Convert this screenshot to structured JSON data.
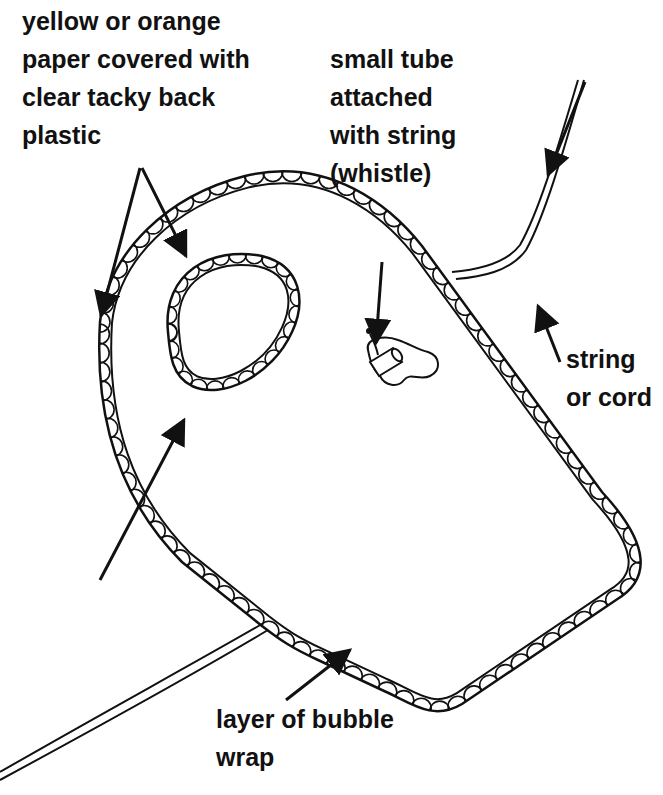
{
  "diagram": {
    "labels": [
      "yellow or orange paper covered with clear tacky back plastic",
      "small tube attached with string (whistle)",
      "string or cord",
      "layer of bubble wrap"
    ]
  }
}
